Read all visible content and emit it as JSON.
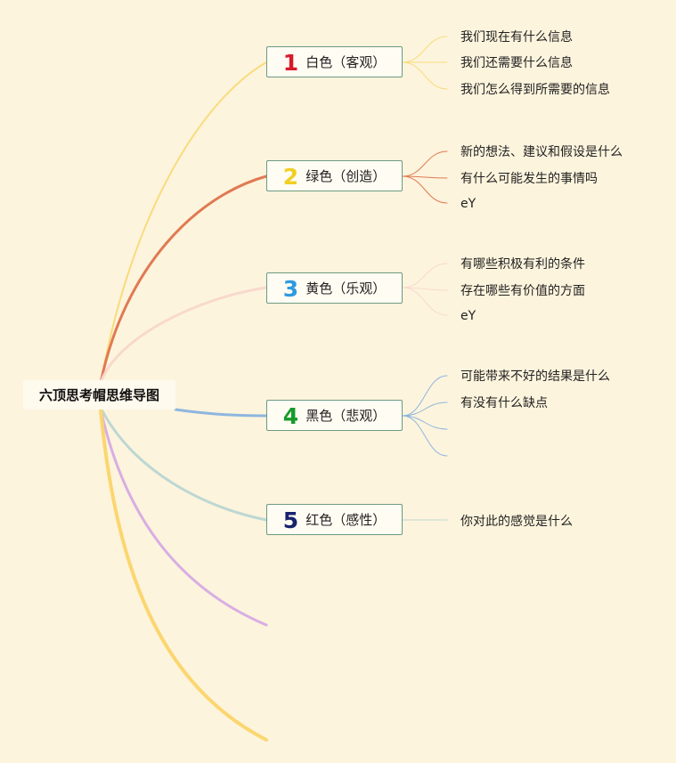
{
  "root": {
    "title": "六顶思考帽思维导图"
  },
  "branches": [
    {
      "num": "1",
      "num_color": "#d8192a",
      "label": "白色（客观）",
      "line_color": "#f8dc7d",
      "leaves": [
        "我们现在有什么信息",
        "我们还需要什么信息",
        "我们怎么得到所需要的信息"
      ]
    },
    {
      "num": "2",
      "num_color": "#f1cf23",
      "label": "绿色（创造）",
      "line_color": "#e07a53",
      "leaves": [
        "新的想法、建议和假设是什么",
        "有什么可能发生的事情吗",
        "eY"
      ]
    },
    {
      "num": "3",
      "num_color": "#2e9ae0",
      "label": "黄色（乐观）",
      "line_color": "#f8d9cd",
      "leaves": [
        "有哪些积极有利的条件",
        "存在哪些有价值的方面",
        "eY"
      ]
    },
    {
      "num": "4",
      "num_color": "#179a2b",
      "label": "黑色（悲观）",
      "line_color": "#8db6de",
      "leaves": [
        "可能带来不好的结果是什么",
        "有没有什么缺点",
        "",
        ""
      ]
    },
    {
      "num": "5",
      "num_color": "#18236e",
      "label": "红色（感性）",
      "line_color": "#bdd7d3",
      "leaves": [
        "你对此的感觉是什么"
      ]
    }
  ],
  "extra_line_colors": [
    "#d8aee3",
    "#fbd670"
  ]
}
